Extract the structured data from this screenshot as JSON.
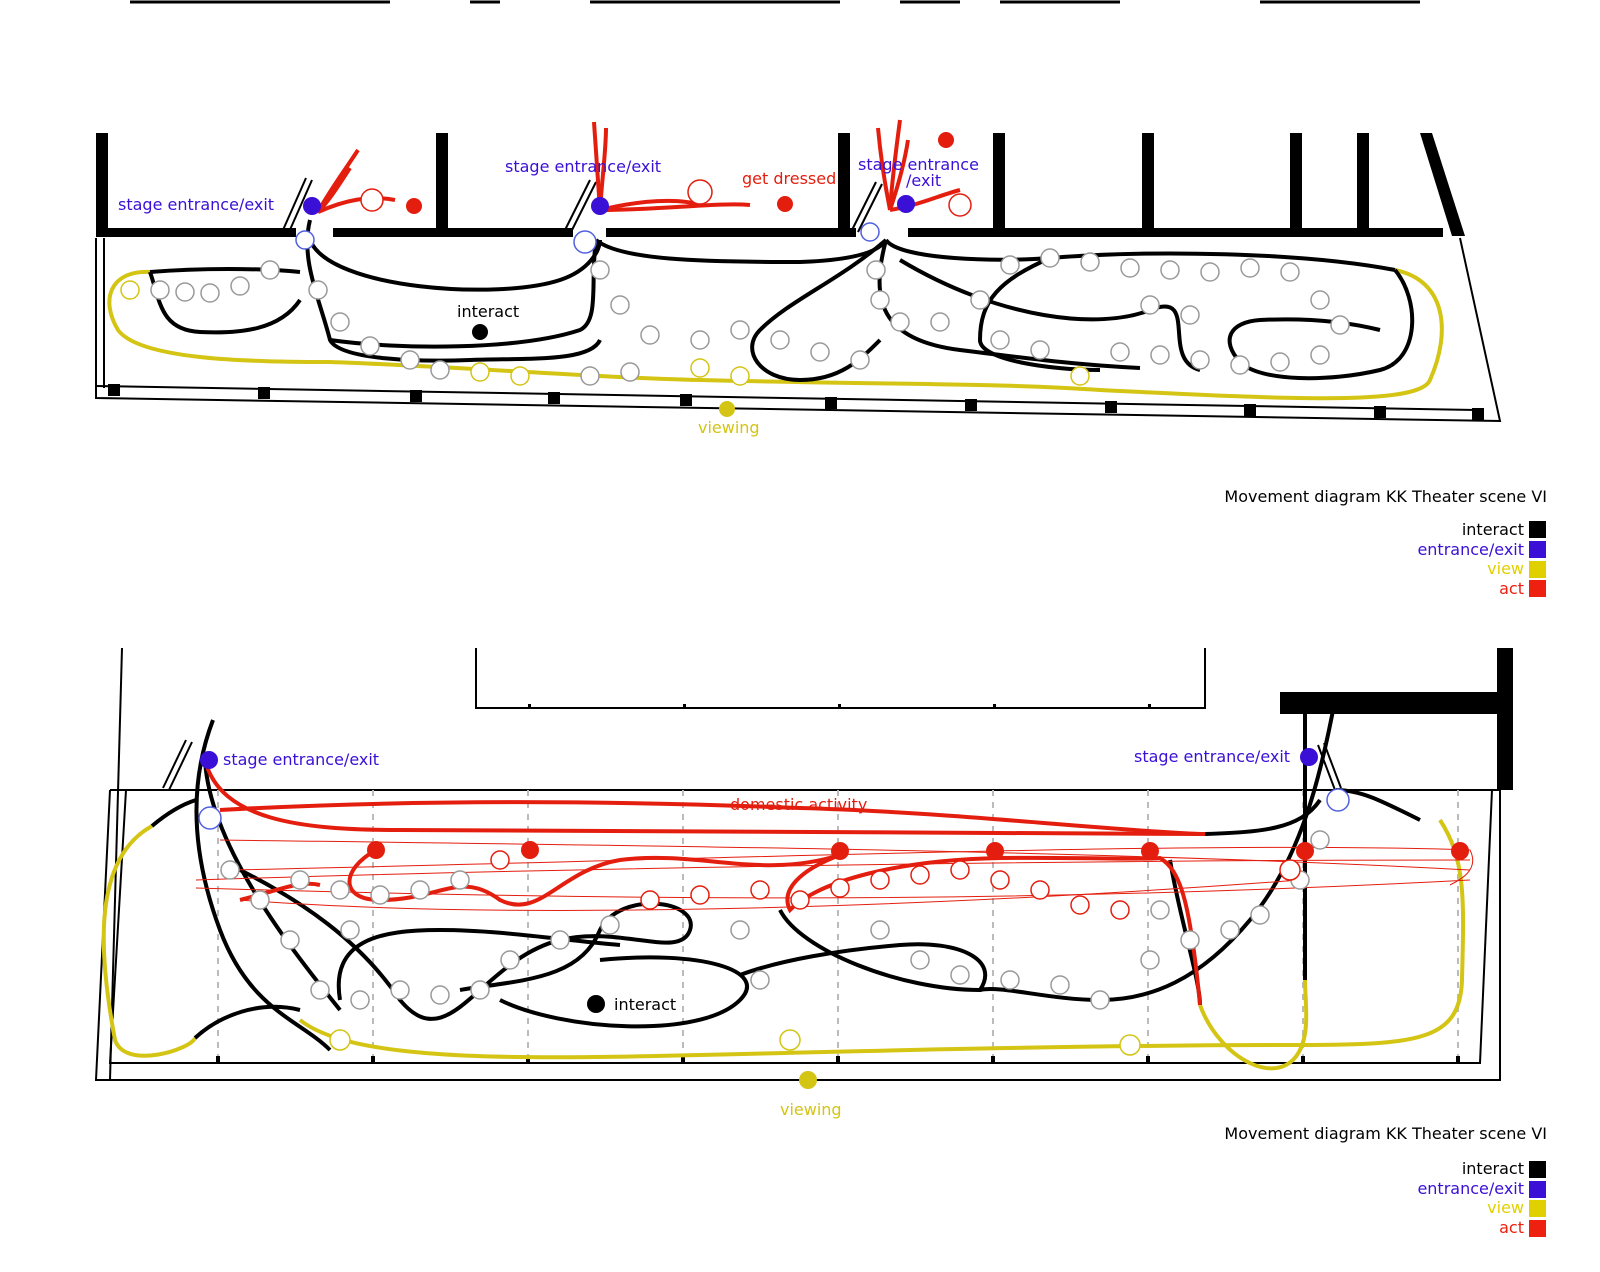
{
  "colors": {
    "interact": "#000000",
    "entrance": "#3a0fd6",
    "view": "#d4c414",
    "act": "#e41e0e",
    "figure": "#bbbbbb",
    "figure_act": "#f08a82"
  },
  "top_plan": {
    "entrance_labels": [
      "stage entrance/exit",
      "stage entrance/exit",
      "stage entrance"
    ],
    "entrance_sublabel": "/exit",
    "act_label": "get dressed",
    "interact_label": "interact",
    "view_label": "viewing"
  },
  "bottom_plan": {
    "entrance_labels": [
      "stage entrance/exit",
      "stage entrance/exit"
    ],
    "act_label": "domestic activity",
    "interact_label": "interact",
    "view_label": "viewing"
  },
  "legends": [
    {
      "title": "Movement diagram KK Theater scene VI",
      "items": [
        {
          "label": "interact",
          "color": "#000000"
        },
        {
          "label": "entrance/exit",
          "color": "#3a0fd6"
        },
        {
          "label": "view",
          "color": "#e0d000"
        },
        {
          "label": "act",
          "color": "#ee2010"
        }
      ]
    },
    {
      "title": "Movement diagram KK Theater scene VI",
      "items": [
        {
          "label": "interact",
          "color": "#000000"
        },
        {
          "label": "entrance/exit",
          "color": "#3a0fd6"
        },
        {
          "label": "view",
          "color": "#e0d000"
        },
        {
          "label": "act",
          "color": "#ee2010"
        }
      ]
    }
  ]
}
